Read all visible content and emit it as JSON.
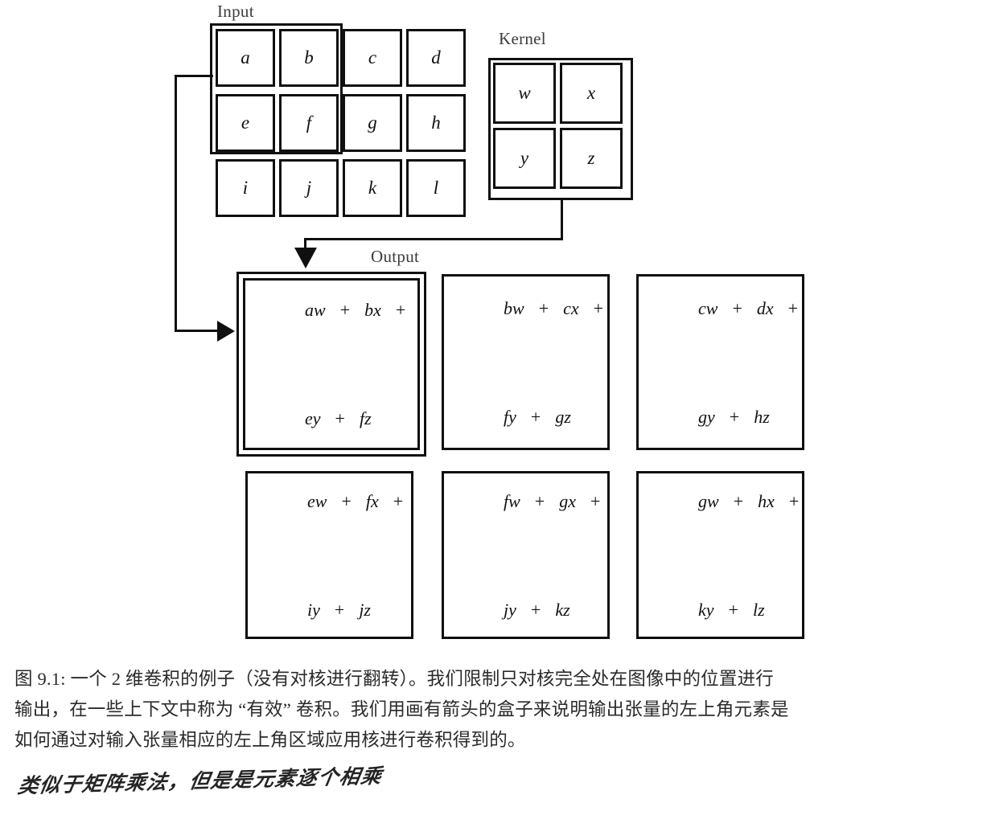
{
  "figure": {
    "labels": {
      "input": "Input",
      "kernel": "Kernel",
      "output": "Output"
    },
    "input_grid": {
      "rows": 3,
      "cols": 4,
      "cells": [
        [
          "a",
          "b",
          "c",
          "d"
        ],
        [
          "e",
          "f",
          "g",
          "h"
        ],
        [
          "i",
          "j",
          "k",
          "l"
        ]
      ],
      "highlight_region": "top-left 2x2 (a, b, e, f)"
    },
    "kernel_grid": {
      "rows": 2,
      "cols": 2,
      "cells": [
        [
          "w",
          "x"
        ],
        [
          "y",
          "z"
        ]
      ]
    },
    "output_grid": {
      "rows": 2,
      "cols": 3,
      "highlight_index": 0,
      "cells": [
        {
          "line1": [
            "aw",
            "+",
            "bx",
            "+"
          ],
          "line2": [
            "ey",
            "+",
            "fz"
          ]
        },
        {
          "line1": [
            "bw",
            "+",
            "cx",
            "+"
          ],
          "line2": [
            "fy",
            "+",
            "gz"
          ]
        },
        {
          "line1": [
            "cw",
            "+",
            "dx",
            "+"
          ],
          "line2": [
            "gy",
            "+",
            "hz"
          ]
        },
        {
          "line1": [
            "ew",
            "+",
            "fx",
            "+"
          ],
          "line2": [
            "iy",
            "+",
            "jz"
          ]
        },
        {
          "line1": [
            "fw",
            "+",
            "gx",
            "+"
          ],
          "line2": [
            "jy",
            "+",
            "kz"
          ]
        },
        {
          "line1": [
            "gw",
            "+",
            "hx",
            "+"
          ],
          "line2": [
            "ky",
            "+",
            "lz"
          ]
        }
      ]
    },
    "connectors": [
      {
        "name": "input-to-output-arrow",
        "from": "input highlighted 2x2 region",
        "to": "first output cell",
        "direction": "right"
      },
      {
        "name": "kernel-to-output-arrow",
        "from": "kernel bottom",
        "to": "first output cell",
        "direction": "down"
      }
    ]
  },
  "caption": {
    "lines": [
      "图 9.1: 一个 2 维卷积的例子（没有对核进行翻转）。我们限制只对核完全处在图像中的位置进行",
      "输出，在一些上下文中称为 “有效” 卷积。我们用画有箭头的盒子来说明输出张量的左上角元素是",
      "如何通过对输入张量相应的左上角区域应用核进行卷积得到的。"
    ]
  },
  "annotation": {
    "handwritten_note": "类似于矩阵乘法，但是是元素逐个相乘"
  },
  "colors": {
    "ink": "#101010",
    "label": "#3c3c3c",
    "caption": "#2b2b2b",
    "background": "#ffffff"
  }
}
